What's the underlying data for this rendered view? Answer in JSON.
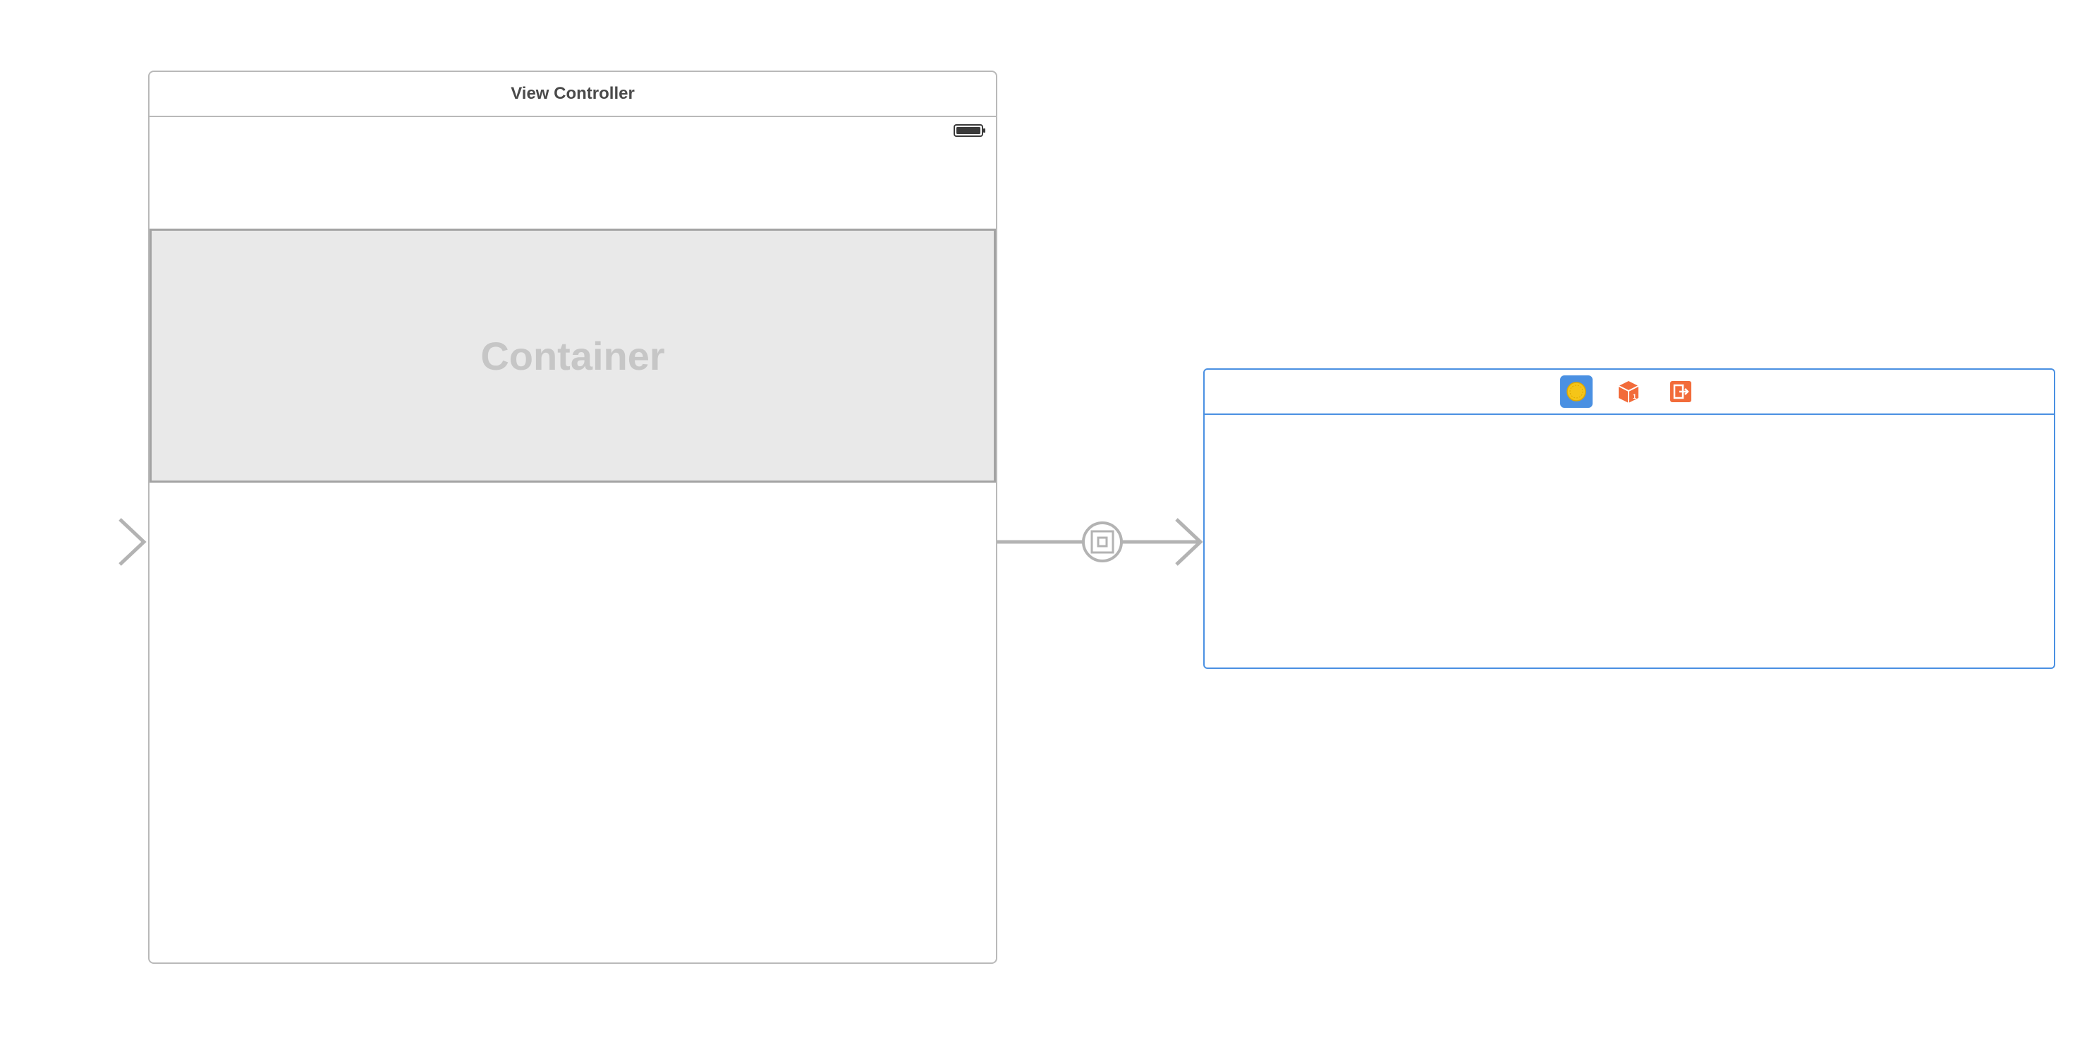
{
  "view_controller_scene": {
    "title": "View Controller",
    "container_label": "Container"
  },
  "embedded_scene": {
    "dock_icons": [
      "view-controller-icon",
      "first-responder-icon",
      "exit-icon"
    ]
  },
  "segues": {
    "entry_point": "initial-view-controller-arrow",
    "embed": "embed-segue-icon"
  },
  "colors": {
    "canvas": "#ffffff",
    "scene_border": "#b9b9b9",
    "selected_border": "#4a90e2",
    "container_fill": "#e9e9e9",
    "container_text": "#c6c6c6",
    "arrow": "#b3b3b3",
    "view_controller_icon_bg": "#4a90e2",
    "view_controller_icon_fg": "#f5c518",
    "first_responder_icon": "#f26b3a",
    "exit_icon": "#f26b3a"
  }
}
